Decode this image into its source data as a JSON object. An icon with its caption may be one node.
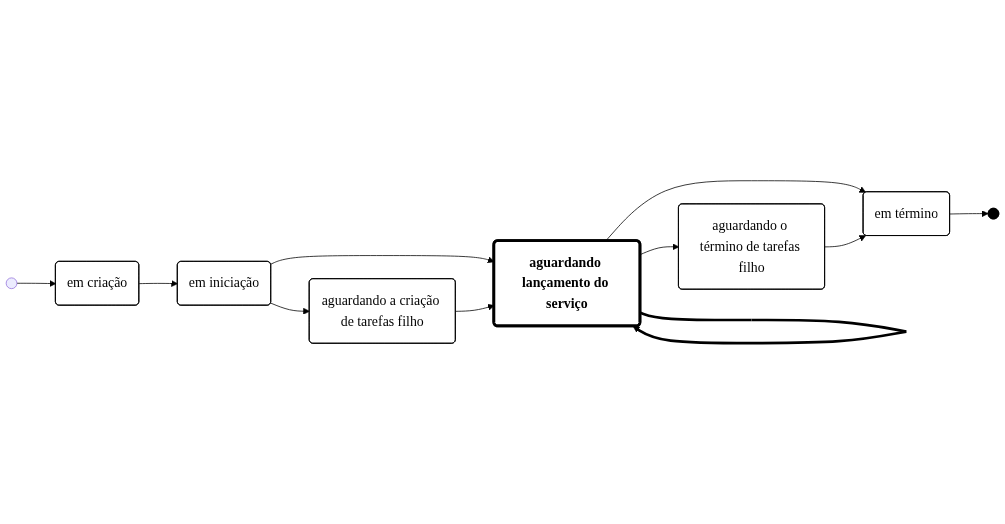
{
  "diagram": {
    "nodes": [
      {
        "text": [],
        "shape": "circle"
      },
      {
        "text": [
          "em criação"
        ]
      },
      {
        "text": [
          "em iniciação"
        ]
      },
      {
        "text": [
          "aguardando a criação de tarefas filho"
        ]
      },
      {
        "text": [
          "aguardando lançamento do serviço"
        ]
      },
      {
        "text": [
          "aguardando o término de tarefas filho"
        ]
      },
      {
        "text": [
          "em término"
        ]
      },
      {
        "text": [],
        "shape": "bullseye"
      }
    ],
    "edges": [
      {
        "from": 0,
        "to": 1,
        "arrow": "to"
      },
      {
        "from": 1,
        "to": 2,
        "arrow": "to"
      },
      {
        "from": 2,
        "to": 3,
        "arrow": "to"
      },
      {
        "from": 2,
        "to": 4,
        "arrow": "to"
      },
      {
        "from": 3,
        "to": 4,
        "arrow": "to"
      },
      {
        "from": 4,
        "to": 4,
        "arrow": "to",
        "style": "thick"
      },
      {
        "from": 4,
        "to": 5,
        "arrow": "to"
      },
      {
        "from": 4,
        "to": 6,
        "arrow": "to"
      },
      {
        "from": 5,
        "to": 6,
        "arrow": "to"
      },
      {
        "from": 6,
        "to": 7,
        "arrow": "to"
      }
    ]
  }
}
